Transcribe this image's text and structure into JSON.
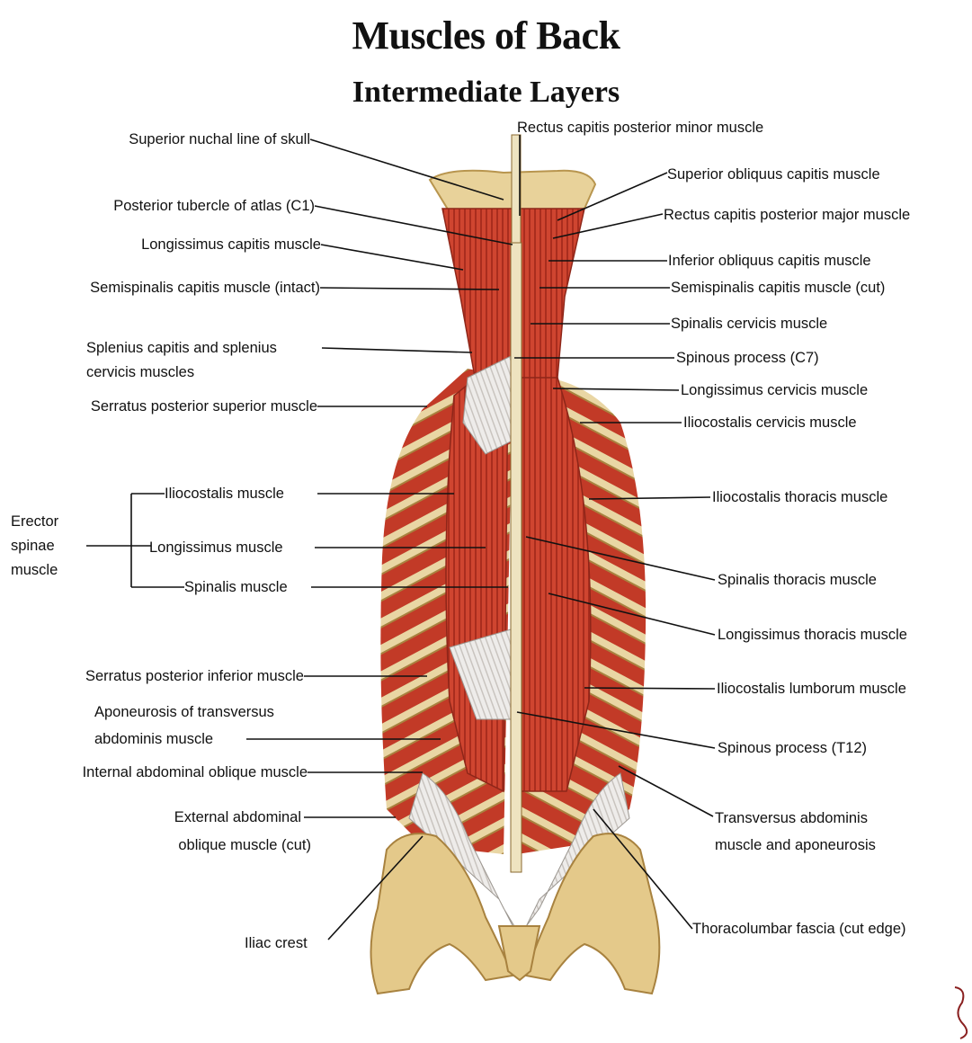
{
  "title": "Muscles of Back",
  "subtitle": "Intermediate Layers",
  "colors": {
    "muscle": "#c93e2c",
    "muscle_dark": "#9e2a1d",
    "muscle_light": "#e0735d",
    "bone": "#e4c98a",
    "bone_dark": "#b8954e",
    "fascia": "#e6e3df",
    "leader_line": "#111111"
  },
  "left_labels": {
    "superior_nuchal_line": "Superior nuchal line of skull",
    "posterior_tubercle_atlas": "Posterior tubercle of atlas (C1)",
    "longissimus_capitis": "Longissimus capitis muscle",
    "semispinalis_capitis_intact": "Semispinalis capitis muscle (intact)",
    "splenius_line1": "Splenius capitis and splenius",
    "splenius_line2": "cervicis muscles",
    "serratus_post_sup": "Serratus posterior superior muscle",
    "erector_line1": "Erector",
    "erector_line2": "spinae",
    "erector_line3": "muscle",
    "iliocostalis": "Iliocostalis muscle",
    "longissimus": "Longissimus muscle",
    "spinalis": "Spinalis muscle",
    "serratus_post_inf": "Serratus posterior inferior muscle",
    "aponeurosis_line1": "Aponeurosis of transversus",
    "aponeurosis_line2": "abdominis muscle",
    "internal_oblique": "Internal abdominal oblique muscle",
    "external_oblique_line1": "External abdominal",
    "external_oblique_line2": "oblique muscle (cut)",
    "iliac_crest": "Iliac crest"
  },
  "right_labels": {
    "rectus_minor": "Rectus capitis posterior minor muscle",
    "superior_obliquus": "Superior obliquus capitis muscle",
    "rectus_major": "Rectus capitis posterior major muscle",
    "inferior_obliquus": "Inferior obliquus capitis muscle",
    "semispinalis_cut": "Semispinalis capitis muscle (cut)",
    "spinalis_cervicis": "Spinalis cervicis muscle",
    "spinous_c7": "Spinous process (C7)",
    "longissimus_cervicis": "Longissimus cervicis muscle",
    "iliocostalis_cervicis": "Iliocostalis cervicis muscle",
    "iliocostalis_thoracis": "Iliocostalis thoracis muscle",
    "spinalis_thoracis": "Spinalis thoracis muscle",
    "longissimus_thoracis": "Longissimus thoracis muscle",
    "iliocostalis_lumborum": "Iliocostalis lumborum muscle",
    "spinous_t12": "Spinous process (T12)",
    "transversus_line1": "Transversus abdominis",
    "transversus_line2": "muscle and aponeurosis",
    "thoracolumbar": "Thoracolumbar fascia (cut edge)"
  }
}
